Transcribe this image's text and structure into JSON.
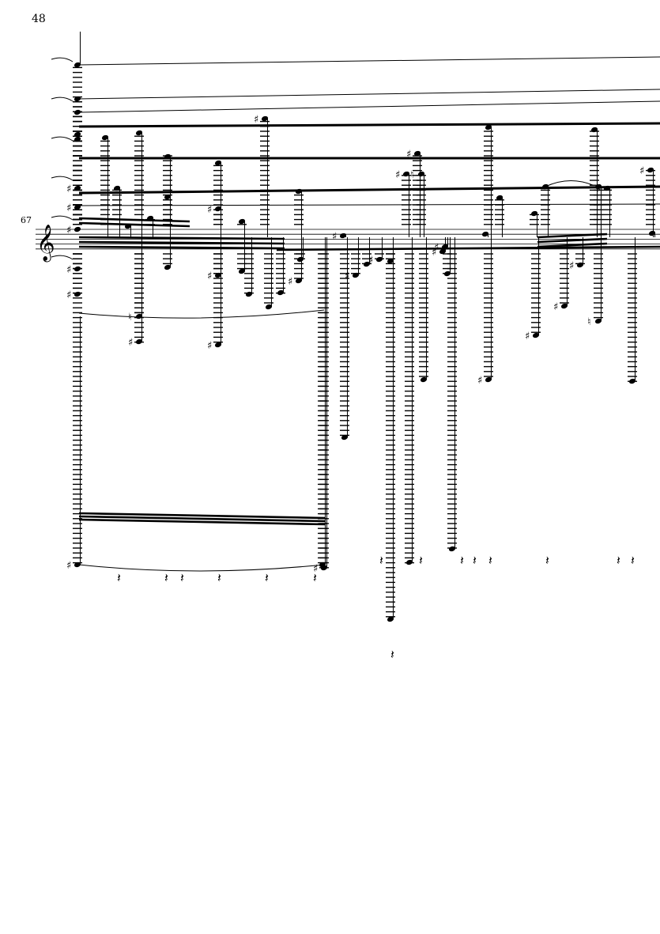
{
  "page": {
    "number": "48"
  },
  "system": {
    "measure_number": "67",
    "clef": "treble"
  },
  "colors": {
    "ink": "#000000",
    "background": "#ffffff"
  }
}
